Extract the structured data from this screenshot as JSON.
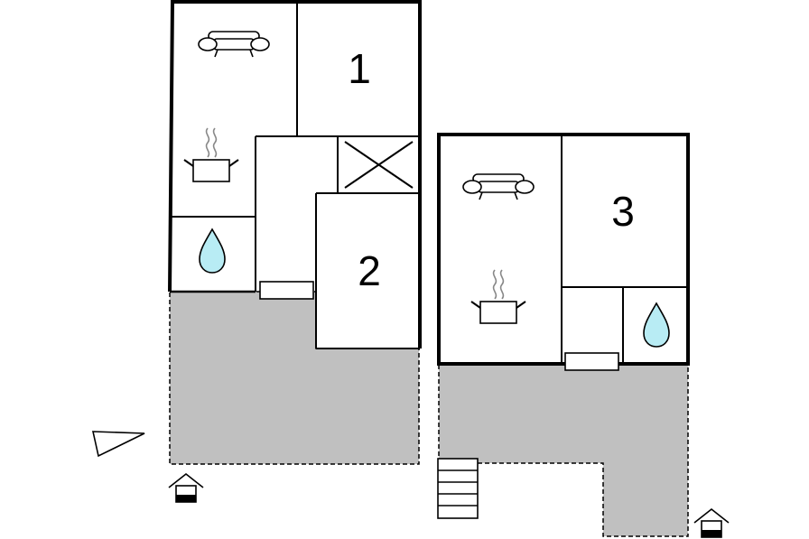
{
  "floorplan": {
    "rooms": {
      "bedroom_1": {
        "label": "1"
      },
      "bedroom_2": {
        "label": "2"
      },
      "bedroom_3": {
        "label": "3"
      }
    },
    "icons": {
      "sofa": "sofa-icon",
      "kitchen": "cooking-pot-icon",
      "bathroom": "water-drop-icon",
      "entrance": "house-entrance-icon",
      "north": "north-arrow-icon",
      "stairs": "stairs-icon"
    },
    "colors": {
      "terrace": "#c0c0c0",
      "wall": "#000000",
      "water": "#b8ecf4"
    }
  }
}
